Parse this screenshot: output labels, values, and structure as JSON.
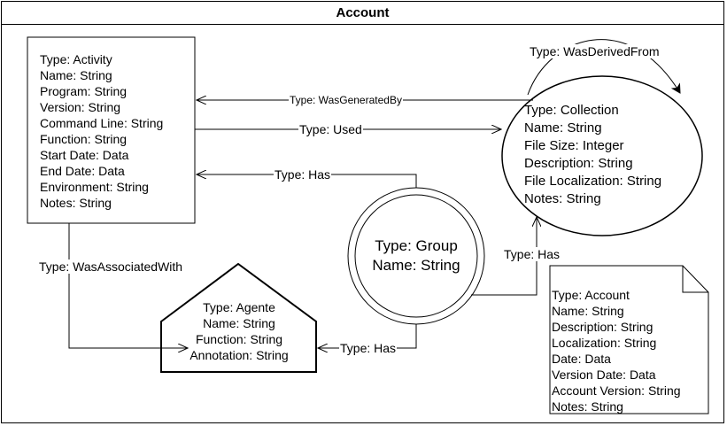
{
  "title": "Account",
  "nodes": {
    "activity": {
      "lines": [
        "Type: Activity",
        "Name: String",
        "Program: String",
        "Version: String",
        "Command Line: String",
        "Function: String",
        "Start Date: Data",
        "End Date: Data",
        "Environment: String",
        "Notes: String"
      ]
    },
    "collection": {
      "lines": [
        "Type: Collection",
        "Name: String",
        "File Size: Integer",
        "Description: String",
        "File Localization: String",
        "Notes: String"
      ]
    },
    "group": {
      "lines": [
        "Type: Group",
        "Name: String"
      ]
    },
    "agente": {
      "lines": [
        "Type: Agente",
        "Name: String",
        "Function: String",
        "Annotation: String"
      ]
    },
    "account_note": {
      "lines": [
        "Type: Account",
        "Name: String",
        "Description: String",
        "Localization: String",
        "Date: Data",
        "Version Date: Data",
        "Account Version: String",
        "Notes: String"
      ]
    }
  },
  "edges": {
    "was_derived_from": "Type: WasDerivedFrom",
    "was_generated_by": "Type: WasGeneratedBy",
    "used": "Type: Used",
    "has_group_activity": "Type: Has",
    "was_associated_with": "Type: WasAssociatedWith",
    "has_group_collection": "Type: Has",
    "has_group_agente": "Type: Has"
  }
}
